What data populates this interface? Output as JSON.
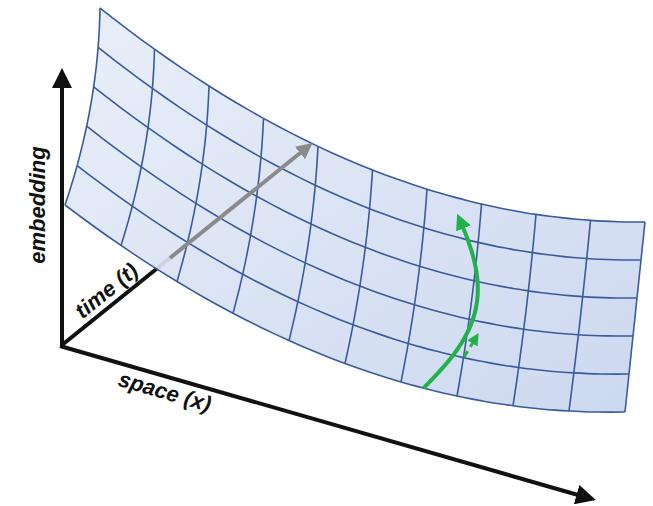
{
  "diagram": {
    "labels": [
      "embedding",
      "time (t)",
      "space (x)"
    ]
  }
}
